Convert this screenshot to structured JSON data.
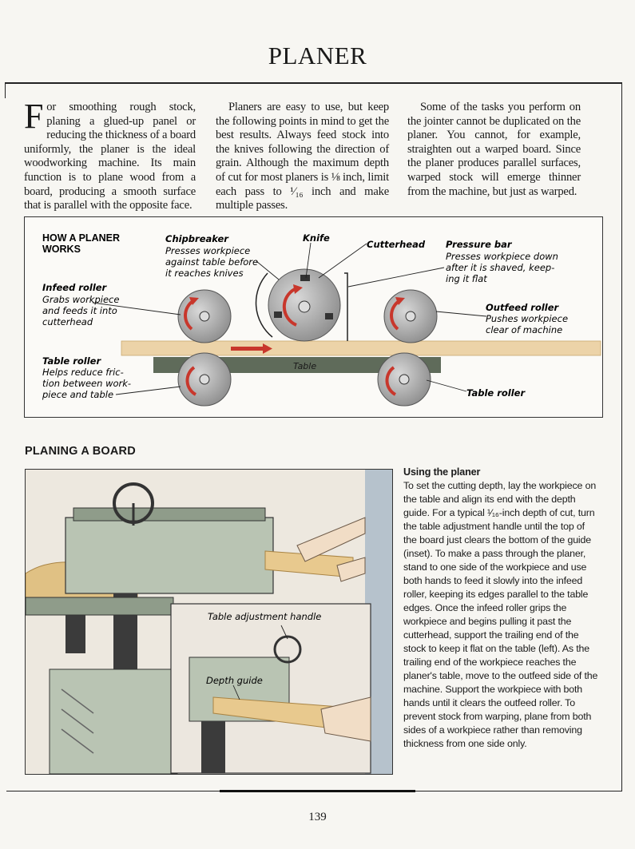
{
  "page": {
    "title": "PLANER",
    "number": "139"
  },
  "intro": {
    "col1_dropcap": "F",
    "col1_rest": "or smoothing rough stock, planing a glued-up panel or reducing the thickness of a board uniformly, the planer is the ideal woodworking machine. Its main function is to plane wood from a board, producing a smooth surface that is parallel with the opposite face.",
    "col2": "Planers are easy to use, but keep the following points in mind to get the best results. Always feed stock into the knives following the direction of grain. Although the maximum depth of cut for most planers is ⅛ inch, limit each pass to ¹⁄₁₆ inch and make multiple passes.",
    "col3": "Some of the tasks you perform on the jointer cannot be duplicated on the planer. You cannot, for example, straighten out a warped board. Since the planer produces parallel surfaces, warped stock will emerge thinner from the machine, but just as warped."
  },
  "diagram": {
    "heading_line1": "HOW A PLANER",
    "heading_line2": "WORKS",
    "chipbreaker": {
      "name": "Chipbreaker",
      "desc_lines": [
        "Presses workpiece",
        "against table before",
        "it reaches knives"
      ]
    },
    "knife": {
      "name": "Knife"
    },
    "cutterhead": {
      "name": "Cutterhead"
    },
    "pressure_bar": {
      "name": "Pressure bar",
      "desc_lines": [
        "Presses workpiece down",
        "after it is shaved, keep-",
        "ing it flat"
      ]
    },
    "infeed_roller": {
      "name": "Infeed roller",
      "desc_lines": [
        "Grabs workpiece",
        "and feeds it into",
        "cutterhead"
      ]
    },
    "outfeed_roller": {
      "name": "Outfeed roller",
      "desc_lines": [
        "Pushes workpiece",
        "clear of machine"
      ]
    },
    "table_roller_left": {
      "name": "Table roller",
      "desc_lines": [
        "Helps reduce fric-",
        "tion between work-",
        "piece and table"
      ]
    },
    "table_roller_right": {
      "name": "Table roller"
    },
    "table_label": "Table"
  },
  "planing": {
    "heading": "PLANING A BOARD",
    "inset_label_adjust": "Table adjustment handle",
    "inset_label_depth": "Depth guide",
    "caption_head": "Using the planer",
    "caption_body": "To set the cutting depth, lay the workpiece on the table and align its end with the depth guide. For a typical ¹⁄₁₆-inch depth of cut, turn the table adjustment handle until the top of the board just clears the bottom of the guide (inset). To make a pass through the planer, stand to one side of the workpiece and use both hands to feed it slowly into the infeed roller, keeping its edges parallel to the table edges. Once the infeed roller grips the workpiece and begins pulling it past the cutterhead, support the trailing end of the stock to keep it flat on the table (left). As the trailing end of the workpiece reaches the planer's table, move to the outfeed side of the machine. Support the workpiece with both hands until it clears the outfeed roller. To prevent stock from warping, plane from both sides of a workpiece rather than removing thickness from one side only."
  },
  "colors": {
    "roller_gray": "#9a9a9a",
    "arrow_red": "#c8372c",
    "table_green": "#5f6b5a",
    "board_wood": "#e9cfa3",
    "machine_green": "#b9c4b3"
  }
}
